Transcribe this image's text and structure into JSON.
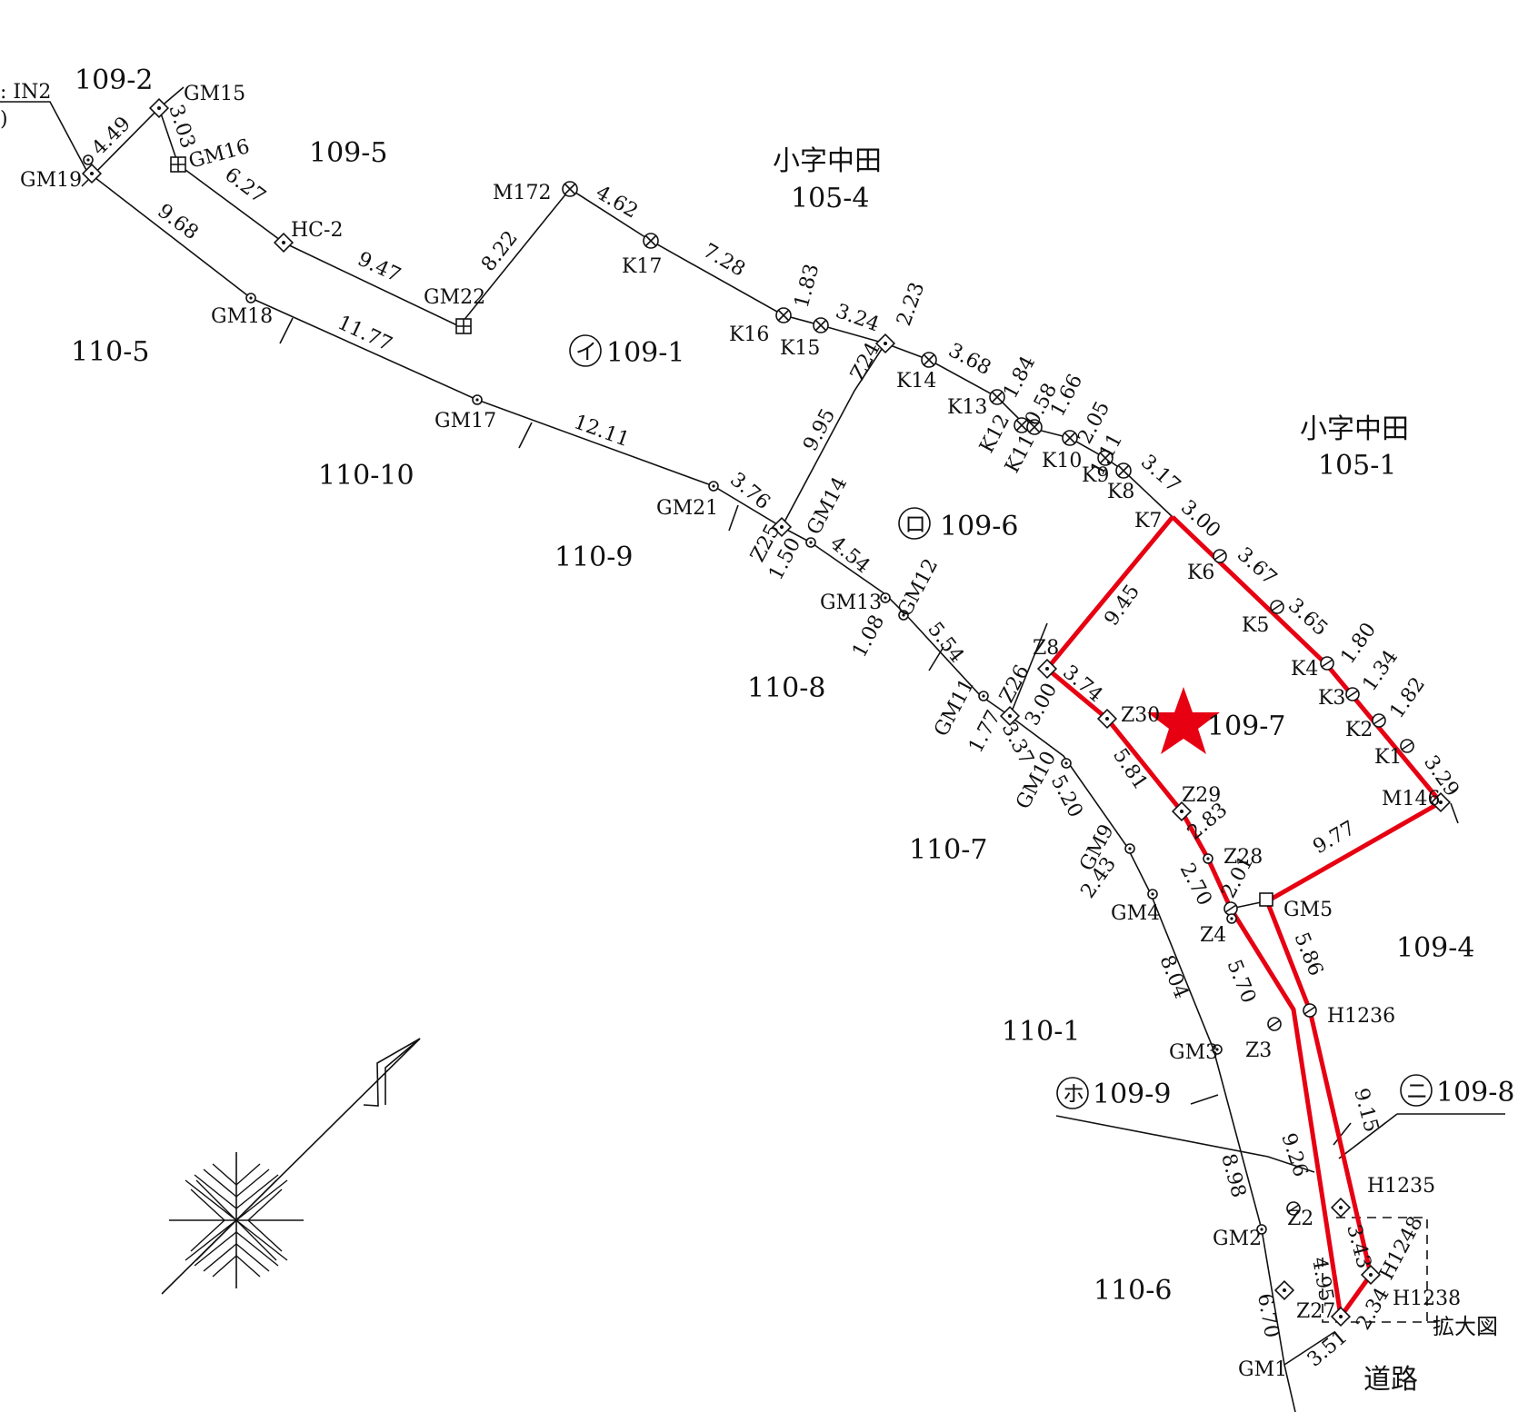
{
  "legend": {
    "top_left": ": IN2",
    "top_left_paren": ")"
  },
  "areas": {
    "a109_2": "109-2",
    "a109_5": "109-5",
    "a110_5": "110-5",
    "a110_10": "110-10",
    "a110_9": "110-9",
    "a110_8": "110-8",
    "a110_7": "110-7",
    "a110_1": "110-1",
    "a110_6": "110-6",
    "a109_4": "109-4",
    "nakata1_name": "小字中田",
    "nakata1_num": "105-4",
    "nakata2_name": "小字中田",
    "nakata2_num": "105-1",
    "i_mark": "イ",
    "i_num": "109-1",
    "ro_mark": "ロ",
    "ro_num": "109-6",
    "subject_num": "109-7",
    "ho_mark": "ホ",
    "ho_num": "109-9",
    "ni_mark": "ニ",
    "ni_num": "109-8",
    "road": "道路",
    "zoom": "拡大図"
  },
  "points": {
    "GM19": "GM19",
    "GM15": "GM15",
    "GM16": "GM16",
    "HC2": "HC-2",
    "GM18": "GM18",
    "GM22": "GM22",
    "M172": "M172",
    "K17": "K17",
    "K16": "K16",
    "K15": "K15",
    "Z24": "Z24",
    "K14": "K14",
    "K13": "K13",
    "K12": "K12",
    "K11": "K11",
    "K10": "K10",
    "K9": "K9",
    "K8": "K8",
    "K7": "K7",
    "K6": "K6",
    "K5": "K5",
    "K4": "K4",
    "K3": "K3",
    "K2": "K2",
    "K1": "K1",
    "M146": "M146",
    "GM17": "GM17",
    "GM21": "GM21",
    "Z25": "Z25",
    "GM14": "GM14",
    "GM13": "GM13",
    "GM12": "GM12",
    "GM11": "GM11",
    "Z26": "Z26",
    "Z8": "Z8",
    "Z30": "Z30",
    "GM10": "GM10",
    "Z29": "Z29",
    "Z28": "Z28",
    "GM9": "GM9",
    "GM4": "GM4",
    "GM5": "GM5",
    "Z4": "Z4",
    "H1236": "H1236",
    "GM3": "GM3",
    "Z3": "Z3",
    "H1235": "H1235",
    "Z2": "Z2",
    "H1248": "H1248",
    "GM2": "GM2",
    "H1238": "H1238",
    "Z27": "Z27",
    "GM1": "GM1"
  },
  "distances": {
    "d1": "4.49",
    "d2": "3.03",
    "d3": "6.27",
    "d4": "9.68",
    "d5": "9.47",
    "d6": "8.22",
    "d7": "4.62",
    "d8": "7.28",
    "d9": "1.83",
    "d10": "3.24",
    "d11": "2.23",
    "d12": "11.77",
    "d13": "12.11",
    "d14": "3.68",
    "d15": "1.84",
    "d16": "0.58",
    "d17": "1.66",
    "d18": "2.05",
    "d19": "1.11",
    "d20": "3.17",
    "d21": "9.95",
    "d22": "3.76",
    "d23": "1.50",
    "d24": "4.54",
    "d25": "3.00",
    "d26": "3.67",
    "d27": "9.45",
    "d28": "3.65",
    "d29": "1.80",
    "d30": "1.34",
    "d31": "1.82",
    "d32": "3.29",
    "d33": "1.08",
    "d34": "5.54",
    "d35": "3.74",
    "d36": "3.00",
    "d37": "1.77",
    "d38": "3.37",
    "d39": "5.81",
    "d40": "5.20",
    "d41": "2.83",
    "d42": "9.77",
    "d43": "2.43",
    "d44": "2.70",
    "d45": "2.01",
    "d46": "5.86",
    "d47": "8.04",
    "d48": "5.70",
    "d49": "9.15",
    "d50": "9.26",
    "d51": "8.98",
    "d52": "3.43",
    "d53": "4.95",
    "d54": "6.70",
    "d55": "2.34",
    "d56": "3.51"
  },
  "colors": {
    "subject_outline": "#e60012",
    "star": "#e60012",
    "line": "#111111"
  }
}
